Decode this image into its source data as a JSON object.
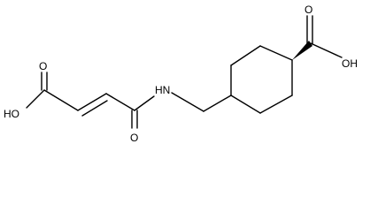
{
  "diagram": {
    "type": "chemical-structure",
    "atom_labels": {
      "carboxyl_O_left": "O",
      "carboxyl_OH_left": "HO",
      "amide_O": "O",
      "amide_NH": "HN",
      "carboxyl_O_right": "O",
      "carboxyl_OH_right": "OH"
    },
    "colors": {
      "bond": "#000000",
      "label": "#000000",
      "background": "#ffffff"
    }
  }
}
